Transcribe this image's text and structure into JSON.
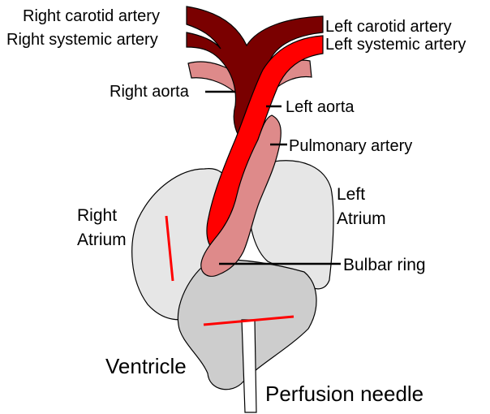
{
  "colors": {
    "dark_artery": "#7a0000",
    "bright_artery": "#ff0000",
    "pulmonary": "#de8a8a",
    "atrium": "#e6e6e6",
    "ventricle": "#cdcdcd",
    "marker": "#ff0000",
    "needle": "#ffffff"
  },
  "labels": {
    "right_carotid": "Right carotid artery",
    "right_systemic": "Right systemic artery",
    "left_carotid": "Left carotid artery",
    "left_systemic": "Left systemic artery",
    "right_aorta": "Right aorta",
    "left_aorta": "Left aorta",
    "pulmonary_artery": "Pulmonary artery",
    "left_atrium_1": "Left",
    "left_atrium_2": "Atrium",
    "right_atrium_1": "Right",
    "right_atrium_2": "Atrium",
    "bulbar_ring": "Bulbar ring",
    "ventricle": "Ventricle",
    "perfusion_needle": "Perfusion needle"
  }
}
